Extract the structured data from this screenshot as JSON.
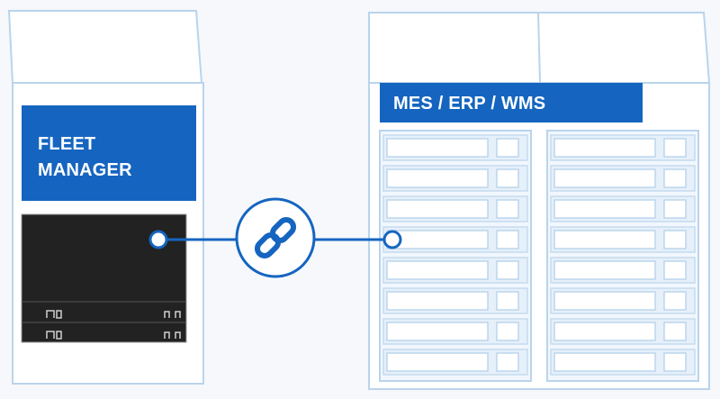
{
  "fleet_manager": {
    "label_line1": "FLEET",
    "label_line2": "MANAGER"
  },
  "mes_server": {
    "label": "MES / ERP / WMS"
  },
  "connector": {
    "icon": "link-icon"
  },
  "colors": {
    "brand_blue": "#1565c0",
    "outline": "#b9d4ec",
    "panel_fill": "#eaf3fc",
    "device_dark": "#222222",
    "background": "#f6f8fb"
  }
}
